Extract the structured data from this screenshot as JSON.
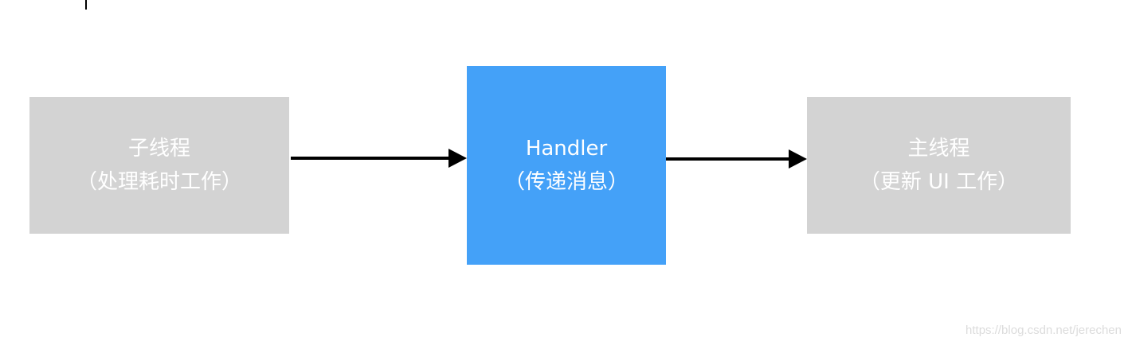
{
  "diagram": {
    "nodes": {
      "worker": {
        "line1": "子线程",
        "line2": "（处理耗时工作）"
      },
      "handler": {
        "line1": "Handler",
        "line2": "（传递消息）"
      },
      "main": {
        "line1": "主线程",
        "line2": "（更新 UI 工作）"
      }
    },
    "colors": {
      "thread_box": "#d3d3d3",
      "handler_box": "#44a1f8",
      "text": "#ffffff",
      "arrow": "#000000"
    }
  },
  "watermark": "https://blog.csdn.net/jerechen"
}
